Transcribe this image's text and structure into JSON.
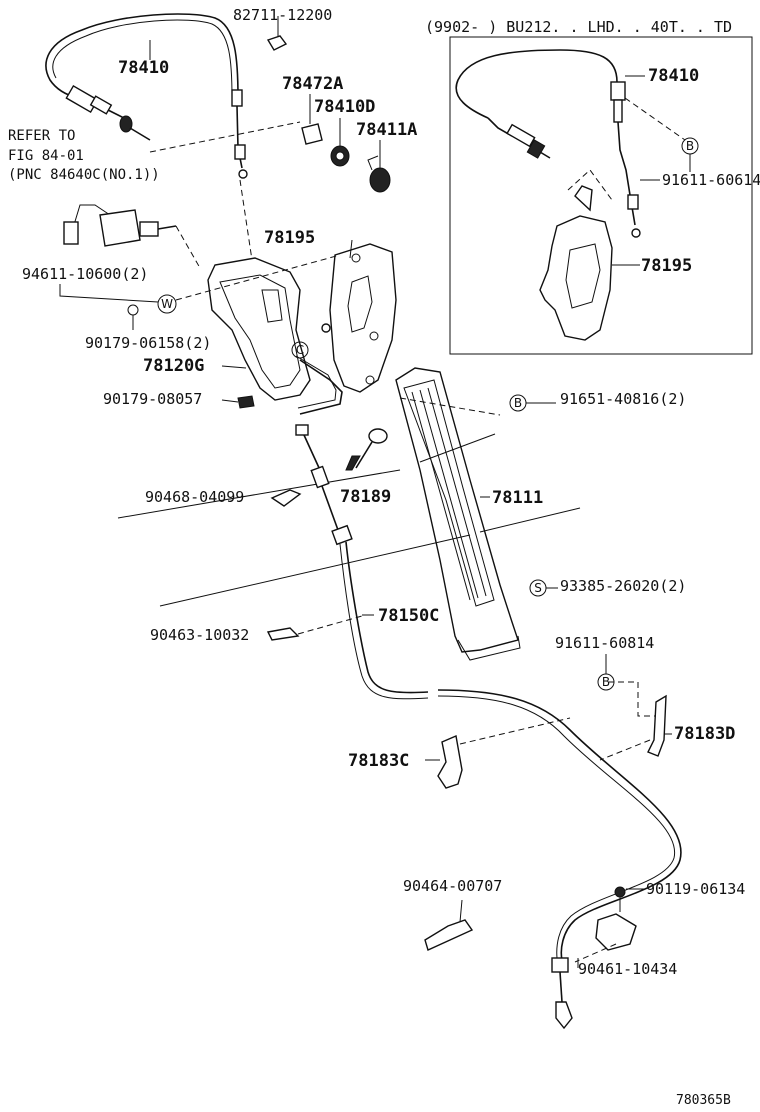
{
  "inset": {
    "note": "(9902-      ) BU212. . LHD. . 40T. . TD",
    "labels": {
      "p78410": "78410",
      "p91611_60614": "91611-60614",
      "p78195": "78195"
    }
  },
  "refer_note": {
    "line1": "REFER TO",
    "line2": "FIG 84-01",
    "line3": "(PNC 84640C(NO.1))"
  },
  "labels": {
    "p82711": "82711-12200",
    "p78410": "78410",
    "p78472A": "78472A",
    "p78410D": "78410D",
    "p78411A": "78411A",
    "p78195": "78195",
    "p94611": "94611-10600(2)",
    "p90179_06158": "90179-06158(2)",
    "p78120G": "78120G",
    "p90179_08057": "90179-08057",
    "p91651": "91651-40816(2)",
    "p90468": "90468-04099",
    "p78189": "78189",
    "p78111": "78111",
    "p93385": "93385-26020(2)",
    "p78150C": "78150C",
    "p90463": "90463-10032",
    "p91611_60814": "91611-60814",
    "p78183D": "78183D",
    "p78183C": "78183C",
    "p90464": "90464-00707",
    "p90119": "90119-06134",
    "p90461": "90461-10434"
  },
  "symbols": {
    "w": "W",
    "c": "C",
    "b": "B",
    "s": "S"
  },
  "figure_code": "780365B"
}
